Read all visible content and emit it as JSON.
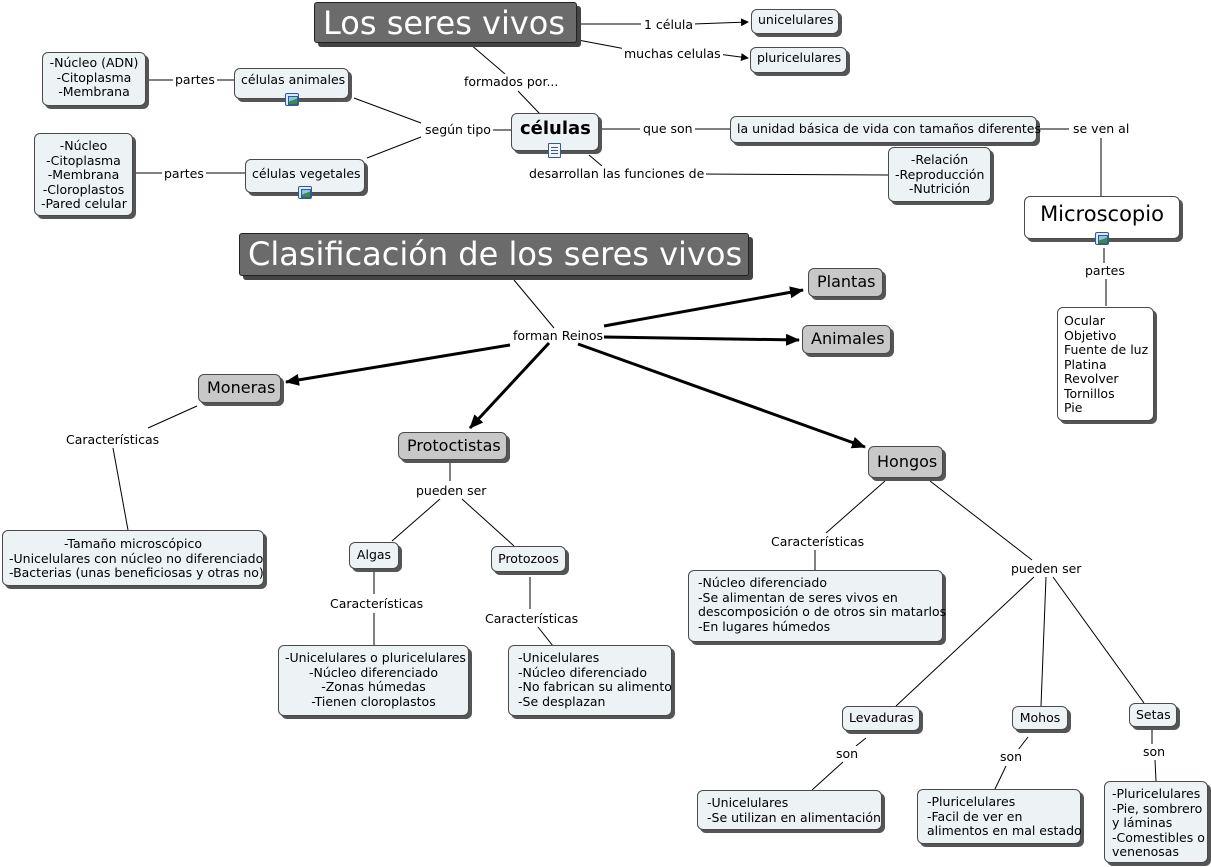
{
  "nodes": {
    "seres_vivos": "Los seres vivos",
    "unicelulares": "unicelulares",
    "pluricelulares": "pluricelulares",
    "celulas_animales": "células animales",
    "celulas_animales_partes": "-Núcleo (ADN)\n-Citoplasma\n-Membrana",
    "celulas_vegetales": "células vegetales",
    "celulas_vegetales_partes": "-Núcleo\n-Citoplasma\n-Membrana\n-Cloroplastos\n-Pared celular",
    "celulas": "células",
    "unidad_basica": "la unidad básica de vida con tamaños diferentes",
    "funciones": "-Relación\n-Reproducción\n-Nutrición",
    "microscopio": "Microscopio",
    "microscopio_partes": "Ocular\nObjetivo\nFuente de luz\nPlatina\nRevolver\nTornillos\nPie",
    "clasificacion": "Clasificación de los seres vivos",
    "plantas": "Plantas",
    "animales": "Animales",
    "moneras": "Moneras",
    "moneras_caract": "-Tamaño microscópico\n-Unicelulares con núcleo no diferenciado\n-Bacterias (unas beneficiosas y otras no)",
    "protoctistas": "Protoctistas",
    "algas": "Algas",
    "algas_caract": "-Unicelulares o pluricelulares\n-Núcleo diferenciado\n-Zonas húmedas\n-Tienen cloroplastos",
    "protozoos": "Protozoos",
    "protozoos_caract": "-Unicelulares\n-Núcleo diferenciado\n-No fabrican su alimento\n-Se desplazan",
    "hongos": "Hongos",
    "hongos_caract": "-Núcleo diferenciado\n-Se alimentan de seres vivos en\ndescomposición o de otros sin matarlos\n-En lugares húmedos",
    "levaduras": "Levaduras",
    "levaduras_caract": "-Unicelulares\n-Se utilizan en alimentación",
    "mohos": "Mohos",
    "mohos_caract": "-Pluricelulares\n-Facil de ver en\nalimentos en mal estado",
    "setas": "Setas",
    "setas_caract": "-Pluricelulares\n-Pie, sombrero\ny láminas\n-Comestibles o\nvenenosas"
  },
  "labels": {
    "una_celula": "1 célula",
    "muchas_celulas": "muchas celulas",
    "formados_por": "formados por...",
    "partes_animales": "partes",
    "partes_vegetales": "partes",
    "segun_tipo": "según tipo",
    "que_son": "que son",
    "se_ven_al": "se ven al",
    "desarrollan": "desarrollan las funciones de",
    "partes_microscopio": "partes",
    "forman_reinos": "forman Reinos",
    "caract_moneras": "Características",
    "pueden_ser_protoctistas": "pueden ser",
    "caract_algas": "Características",
    "caract_protozoos": "Características",
    "caract_hongos": "Características",
    "pueden_ser_hongos": "pueden ser",
    "son_levaduras": "son",
    "son_mohos": "son",
    "son_setas": "son"
  },
  "colors": {
    "node_fill": "#edf3f5",
    "title_fill": "#6b6b6b",
    "kingdom_fill": "#c8c8c8",
    "line": "#000000"
  }
}
